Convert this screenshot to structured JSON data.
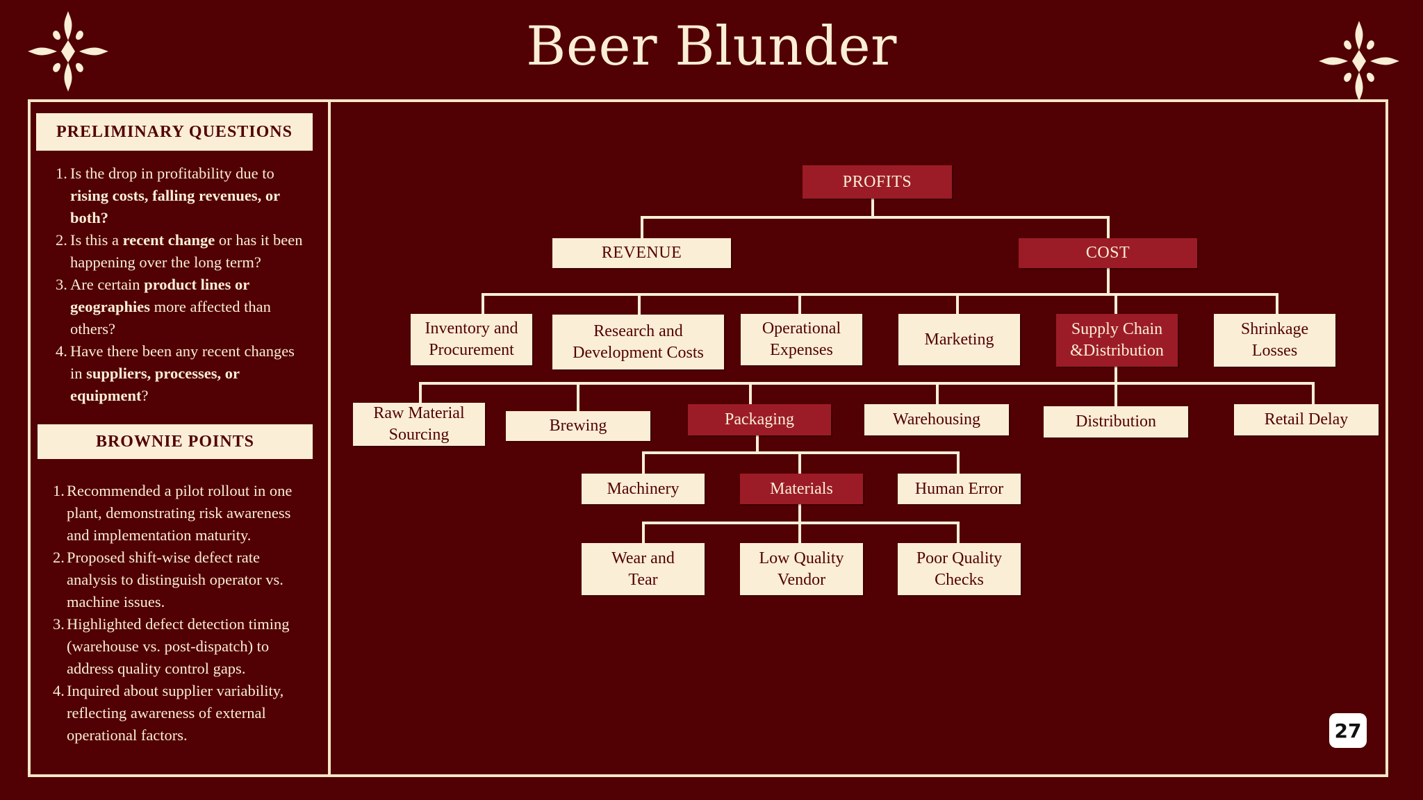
{
  "title": "Beer Blunder",
  "page_number": "27",
  "preliminary": {
    "heading": "PRELIMINARY QUESTIONS",
    "items": [
      {
        "num": "1.",
        "lines": [
          [
            {
              "t": "Is the drop in profitability due to",
              "b": false
            }
          ],
          [
            {
              "t": "rising costs, falling revenues, or",
              "b": true
            }
          ],
          [
            {
              "t": "both?",
              "b": true
            }
          ]
        ]
      },
      {
        "num": "2.",
        "lines": [
          [
            {
              "t": "Is this a ",
              "b": false
            },
            {
              "t": "recent change",
              "b": true
            },
            {
              "t": " or has it been",
              "b": false
            }
          ],
          [
            {
              "t": "happening over the long term?",
              "b": false
            }
          ]
        ]
      },
      {
        "num": "3.",
        "lines": [
          [
            {
              "t": "Are certain ",
              "b": false
            },
            {
              "t": "product lines or",
              "b": true
            }
          ],
          [
            {
              "t": "geographies",
              "b": true
            },
            {
              "t": " more affected than",
              "b": false
            }
          ],
          [
            {
              "t": "others?",
              "b": false
            }
          ]
        ]
      },
      {
        "num": "4.",
        "lines": [
          [
            {
              "t": "Have there been any recent changes",
              "b": false
            }
          ],
          [
            {
              "t": "in ",
              "b": false
            },
            {
              "t": "suppliers, processes, or",
              "b": true
            }
          ],
          [
            {
              "t": "equipment",
              "b": true
            },
            {
              "t": "?",
              "b": false
            }
          ]
        ]
      }
    ]
  },
  "brownie": {
    "heading": "BROWNIE POINTS",
    "items": [
      {
        "num": "1.",
        "lines": [
          "Recommended a pilot rollout in one",
          "plant, demonstrating risk awareness",
          "and implementation maturity."
        ]
      },
      {
        "num": "2.",
        "lines": [
          "Proposed shift-wise defect rate",
          "analysis to distinguish operator vs.",
          "machine issues."
        ]
      },
      {
        "num": "3.",
        "lines": [
          "Highlighted defect detection timing",
          "(warehouse vs. post-dispatch) to",
          "address quality control gaps."
        ]
      },
      {
        "num": "4.",
        "lines": [
          "Inquired about supplier variability,",
          "reflecting awareness of external",
          "operational factors."
        ]
      }
    ]
  },
  "tree": {
    "root": "PROFITS",
    "revenue": "REVENUE",
    "cost": "COST",
    "cost_children": {
      "inventory": "Inventory and Procurement",
      "research": "Research and Development Costs",
      "operational": "Operational Expenses",
      "marketing": "Marketing",
      "supply_chain": "Supply Chain &Distribution",
      "shrinkage": "Shrinkage Losses"
    },
    "supply_chain_children": {
      "raw_material": "Raw Material Sourcing",
      "brewing": "Brewing",
      "packaging": "Packaging",
      "warehousing": "Warehousing",
      "distribution": "Distribution",
      "retail_delay": "Retail Delay"
    },
    "packaging_children": {
      "machinery": "Machinery",
      "materials": "Materials",
      "human_error": "Human Error"
    },
    "materials_children": {
      "wear_tear": "Wear and Tear",
      "low_quality_vendor": "Low Quality Vendor",
      "poor_quality_checks": "Poor Quality Checks"
    }
  },
  "colors": {
    "background": "#510003",
    "cream": "#fbeed6",
    "highlight_red": "#9b1c27"
  }
}
